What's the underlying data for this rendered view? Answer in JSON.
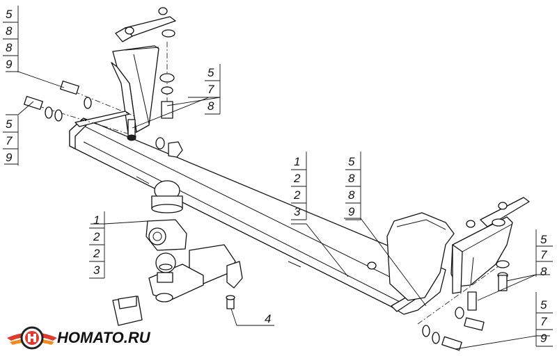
{
  "callouts": {
    "top_left_a": [
      "5",
      "8",
      "8",
      "9"
    ],
    "top_left_b": [
      "5",
      "7",
      "9"
    ],
    "top_center": [
      "5",
      "7",
      "8"
    ],
    "mid_left": [
      "1",
      "2",
      "2",
      "3"
    ],
    "mid_center_a": [
      "1",
      "2",
      "2",
      "3"
    ],
    "mid_center_b": [
      "5",
      "8",
      "8",
      "9"
    ],
    "right_a": [
      "5",
      "7",
      "8"
    ],
    "right_b": [
      "5",
      "7",
      "9"
    ],
    "single": "4"
  },
  "brand": {
    "logo_text": "HOMATO.RU",
    "logo_colors": {
      "red": "#e03a2f",
      "orange": "#f28a20",
      "dark": "#222222"
    }
  }
}
